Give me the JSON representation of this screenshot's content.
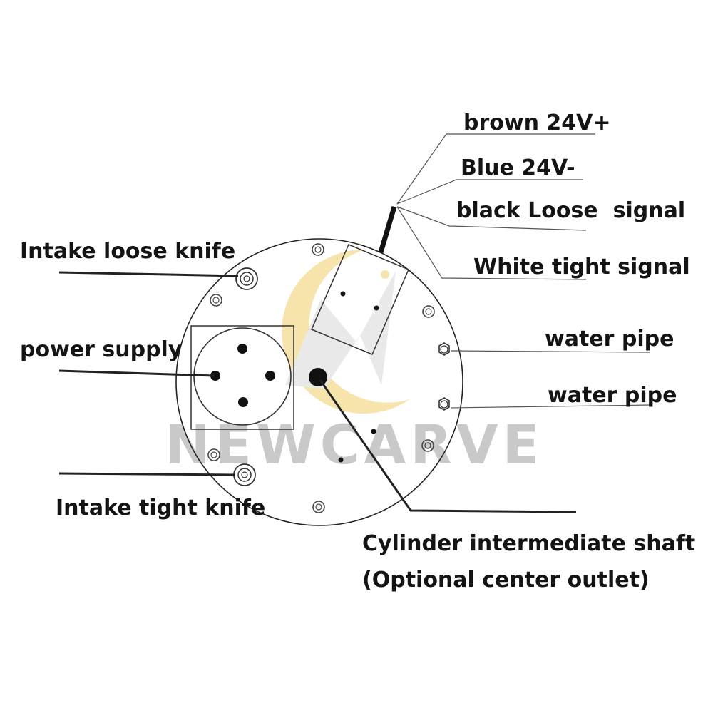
{
  "watermark": {
    "brand": "NEWCARVE",
    "text_color": "#c9c9c9",
    "mark_color": "#f5dc92"
  },
  "labels": {
    "intake_loose_knife": "Intake loose knife",
    "power_supply": "power supply",
    "intake_tight_knife": "Intake tight knife",
    "brown_24v_plus": "brown 24V+",
    "blue_24v_minus": "Blue 24V-",
    "black_loose_signal": "black Loose  signal",
    "white_tight_signal": "White tight signal",
    "water_pipe_1": "water pipe",
    "water_pipe_2": "water pipe",
    "cylinder_shaft": "Cylinder intermediate shaft",
    "center_outlet": "(Optional center outlet)"
  },
  "colors": {
    "line": "#222222",
    "leader": "#555555",
    "text": "#141414"
  }
}
